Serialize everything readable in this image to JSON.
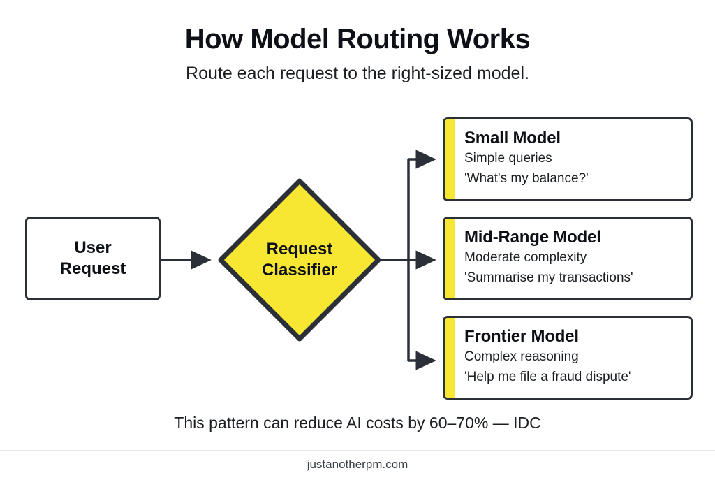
{
  "header": {
    "title": "How Model Routing Works",
    "subtitle": "Route each request to the right-sized model."
  },
  "colors": {
    "accent_yellow": "#F7E733",
    "stroke_dark": "#2B3038",
    "text_primary": "#0D1117",
    "background": "#FFFFFF",
    "divider": "#E6E8EA"
  },
  "diagram": {
    "source": {
      "label": "User\nRequest"
    },
    "decision": {
      "label": "Request\nClassifier"
    },
    "outcomes": [
      {
        "title": "Small Model",
        "description": "Simple queries",
        "example": "'What's my balance?'"
      },
      {
        "title": "Mid-Range Model",
        "description": "Moderate complexity",
        "example": "'Summarise my transactions'"
      },
      {
        "title": "Frontier Model",
        "description": "Complex reasoning",
        "example": "'Help me file a fraud dispute'"
      }
    ]
  },
  "footer": {
    "note": "This pattern can reduce AI costs by 60–70% — IDC",
    "watermark": "justanotherpm.com"
  }
}
